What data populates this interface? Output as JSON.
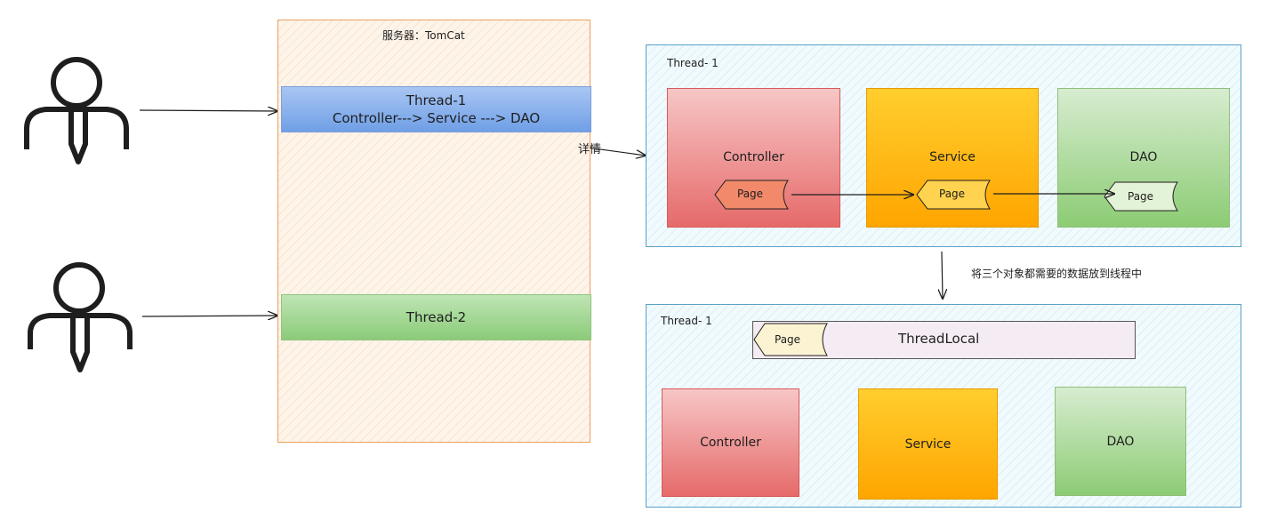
{
  "server": {
    "title": "服务器：TomCat"
  },
  "server_threads": [
    {
      "name": "Thread-1",
      "detail": "Controller---> Service ---> DAO"
    },
    {
      "name": "Thread-2"
    }
  ],
  "arrow_label_details": "详情",
  "panel_top": {
    "title": "Thread- 1",
    "components": [
      "Controller",
      "Service",
      "DAO"
    ],
    "page_tags": [
      "Page",
      "Page",
      "Page"
    ]
  },
  "arrow_label_between": "将三个对象都需要的数据放到线程中",
  "panel_bottom": {
    "title": "Thread- 1",
    "threadlocal_label": "ThreadLocal",
    "page_tag": "Page",
    "components": [
      "Controller",
      "Service",
      "DAO"
    ]
  },
  "colors": {
    "controller": "#e66a6a",
    "service": "#ffa500",
    "dao": "#8ccc74",
    "thread1": "#6f9fe6",
    "thread2": "#8bcb79"
  }
}
